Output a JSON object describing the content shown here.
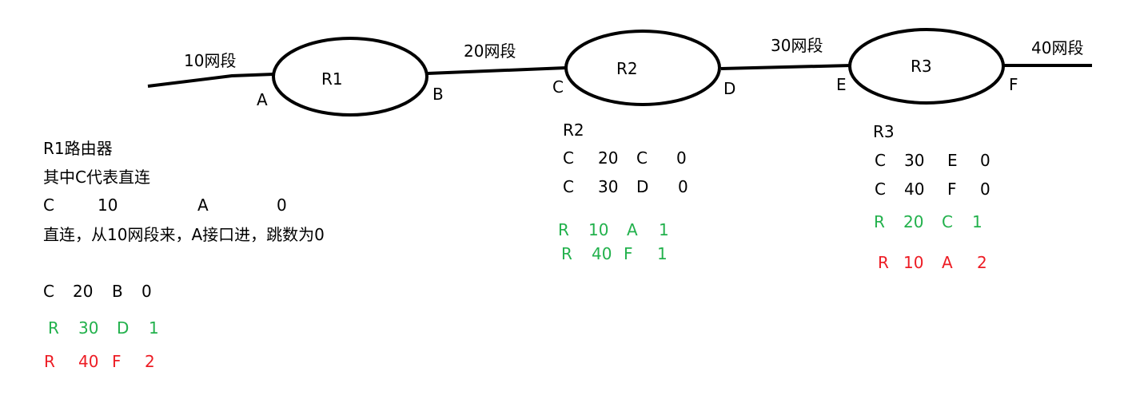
{
  "segments": [
    "10网段",
    "20网段",
    "30网段",
    "40网段"
  ],
  "routers": [
    {
      "label": "R1"
    },
    {
      "label": "R2"
    },
    {
      "label": "R3"
    }
  ],
  "interfaces": [
    "A",
    "B",
    "C",
    "D",
    "E",
    "F"
  ],
  "tables": {
    "r1": {
      "title": "R1路由器",
      "note": "其中C代表直连",
      "rows": [
        {
          "type": "C",
          "net": "10",
          "iface": "A",
          "hops": "0",
          "status": "direct"
        },
        {
          "type": "C",
          "net": "20",
          "iface": "B",
          "hops": "0",
          "status": "direct"
        },
        {
          "type": "R",
          "net": "30",
          "iface": "D",
          "hops": "1",
          "status": "learned-1"
        },
        {
          "type": "R",
          "net": "40",
          "iface": "F",
          "hops": "2",
          "status": "learned-2"
        }
      ],
      "explanation": "直连，从10网段来，A接口进，跳数为0"
    },
    "r2": {
      "title": "R2",
      "rows": [
        {
          "type": "C",
          "net": "20",
          "iface": "C",
          "hops": "0",
          "status": "direct"
        },
        {
          "type": "C",
          "net": "30",
          "iface": "D",
          "hops": "0",
          "status": "direct"
        },
        {
          "type": "R",
          "net": "10",
          "iface": "A",
          "hops": "1",
          "status": "learned-1"
        },
        {
          "type": "R",
          "net": "40",
          "iface": "F",
          "hops": "1",
          "status": "learned-1"
        }
      ]
    },
    "r3": {
      "title": "R3",
      "rows": [
        {
          "type": "C",
          "net": "30",
          "iface": "E",
          "hops": "0",
          "status": "direct"
        },
        {
          "type": "C",
          "net": "40",
          "iface": "F",
          "hops": "0",
          "status": "direct"
        },
        {
          "type": "R",
          "net": "20",
          "iface": "C",
          "hops": "1",
          "status": "learned-1"
        },
        {
          "type": "R",
          "net": "10",
          "iface": "A",
          "hops": "2",
          "status": "learned-2"
        }
      ]
    }
  },
  "colors": {
    "direct": "#000000",
    "learned_1": "#22b14c",
    "learned_2": "#ed1c24",
    "line": "#000000"
  }
}
